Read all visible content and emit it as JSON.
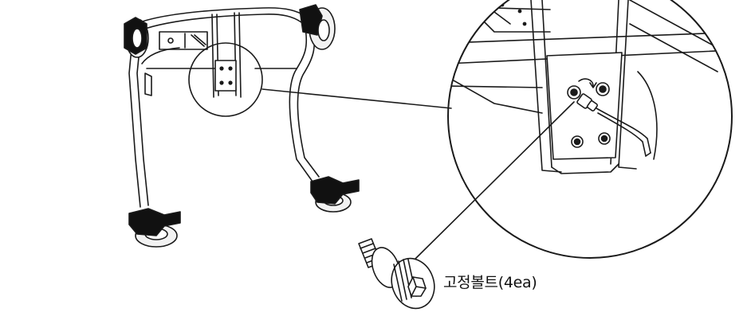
{
  "callout": {
    "bolt_label": "고정볼트(4ea)"
  },
  "colors": {
    "line": "#1a1a1a",
    "caster_dark": "#111111",
    "wheel_fill": "#f2f2f2",
    "plate_fill": "#ffffff"
  },
  "icons": [
    "frame-illustration",
    "caster-wheel",
    "hex-socket-bolt",
    "allen-key",
    "zoom-detail-circle"
  ]
}
